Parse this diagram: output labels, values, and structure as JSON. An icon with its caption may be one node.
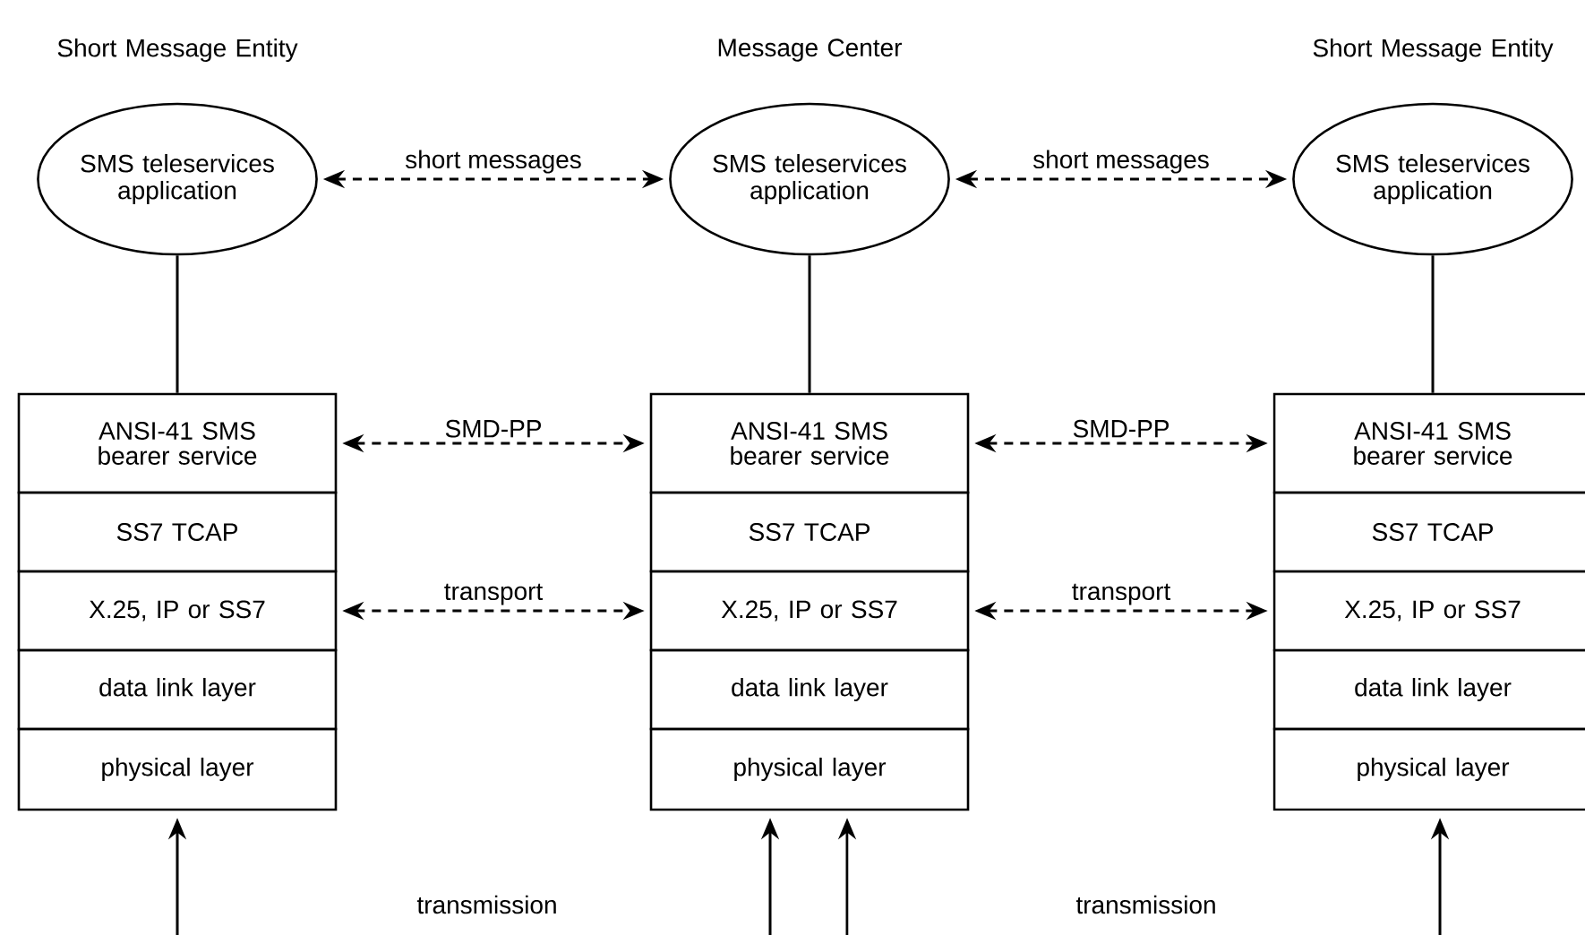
{
  "diagram": {
    "nodes": [
      {
        "text": [
          "Short Message Entity",
          "SMS teleservices application"
        ]
      },
      {
        "text": [
          "ANSI-41 SMS bearer service"
        ]
      },
      {
        "text": [
          "SS7 TCAP"
        ]
      },
      {
        "text": [
          "X.25, IP or SS7"
        ]
      },
      {
        "text": [
          "data link layer"
        ]
      },
      {
        "text": [
          "physical layer"
        ]
      },
      {
        "text": [
          "Message Center",
          "SMS teleservices application"
        ]
      },
      {
        "text": [
          "ANSI-41 SMS bearer service"
        ]
      },
      {
        "text": [
          "SS7 TCAP"
        ]
      },
      {
        "text": [
          "X.25, IP or SS7"
        ]
      },
      {
        "text": [
          "data link layer"
        ]
      },
      {
        "text": [
          "physical layer"
        ]
      },
      {
        "text": [
          "Short Message Entity",
          "SMS teleservices application"
        ]
      },
      {
        "text": [
          "ANSI-41 SMS bearer service"
        ]
      },
      {
        "text": [
          "SS7 TCAP"
        ]
      },
      {
        "text": [
          "X.25, IP or SS7"
        ]
      },
      {
        "text": [
          "data link layer"
        ]
      },
      {
        "text": [
          "physical layer"
        ]
      }
    ],
    "edges": [
      {
        "from": 0,
        "to": 1,
        "arrow": "none"
      },
      {
        "from": 6,
        "to": 7,
        "arrow": "none"
      },
      {
        "from": 12,
        "to": 13,
        "arrow": "none"
      },
      {
        "from": 0,
        "to": 6,
        "arrow": "both",
        "label": "short messages",
        "style": "dashed"
      },
      {
        "from": 6,
        "to": 12,
        "arrow": "both",
        "label": "short messages",
        "style": "dashed"
      },
      {
        "from": 1,
        "to": 7,
        "arrow": "both",
        "label": "SMD-PP",
        "style": "dashed"
      },
      {
        "from": 7,
        "to": 13,
        "arrow": "both",
        "label": "SMD-PP",
        "style": "dashed"
      },
      {
        "from": 3,
        "to": 9,
        "arrow": "both",
        "label": "transport",
        "style": "dashed"
      },
      {
        "from": 9,
        "to": 15,
        "arrow": "both",
        "label": "transport",
        "style": "dashed"
      },
      {
        "from": null,
        "to": 5,
        "arrow": "to"
      },
      {
        "from": null,
        "to": 11,
        "arrow": "to"
      },
      {
        "from": null,
        "to": 11,
        "arrow": "to"
      },
      {
        "from": null,
        "to": 17,
        "arrow": "to"
      }
    ],
    "labels": [
      "transmission",
      "transmission"
    ]
  }
}
